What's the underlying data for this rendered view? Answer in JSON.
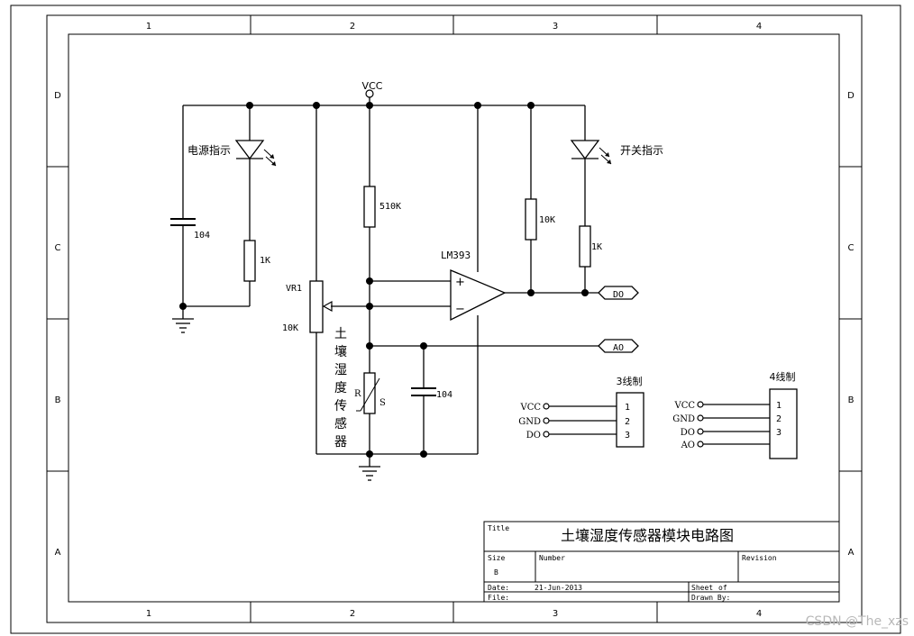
{
  "frame": {
    "cols": [
      "1",
      "2",
      "3",
      "4"
    ],
    "rows": [
      "D",
      "C",
      "B",
      "A"
    ]
  },
  "labels": {
    "vcc": "VCC",
    "power_led": "电源指示",
    "switch_led": "开关指示",
    "cap_104_a": "104",
    "cap_104_b": "104",
    "res_1k_a": "1K",
    "res_510k": "510K",
    "res_10k": "10K",
    "res_1k_b": "1K",
    "opamp": "LM393",
    "vr1": "VR1",
    "vr1_value": "10K",
    "plus": "+",
    "minus": "−",
    "sensor_r": "R",
    "sensor_s": "S",
    "sensor_name": [
      "土",
      "壤",
      "湿",
      "度",
      "传",
      "感",
      "器"
    ],
    "out_do": "DO",
    "out_ao": "AO"
  },
  "connector3": {
    "title": "3线制",
    "pins": [
      "VCC",
      "GND",
      "DO"
    ],
    "nums": [
      "1",
      "2",
      "3"
    ]
  },
  "connector4": {
    "title": "4线制",
    "pins": [
      "VCC",
      "GND",
      "DO",
      "AO"
    ],
    "nums": [
      "1",
      "2",
      "3"
    ]
  },
  "title_block": {
    "title_label": "Title",
    "title": "土壤湿度传感器模块电路图",
    "size_label": "Size",
    "size": "B",
    "number_label": "Number",
    "revision_label": "Revision",
    "date_label": "Date:",
    "date": "21-Jun-2013",
    "file_label": "File:",
    "sheet_label": "Sheet",
    "of_label": "of",
    "drawn_label": "Drawn By:"
  },
  "watermark": "CSDN @The_xzs"
}
